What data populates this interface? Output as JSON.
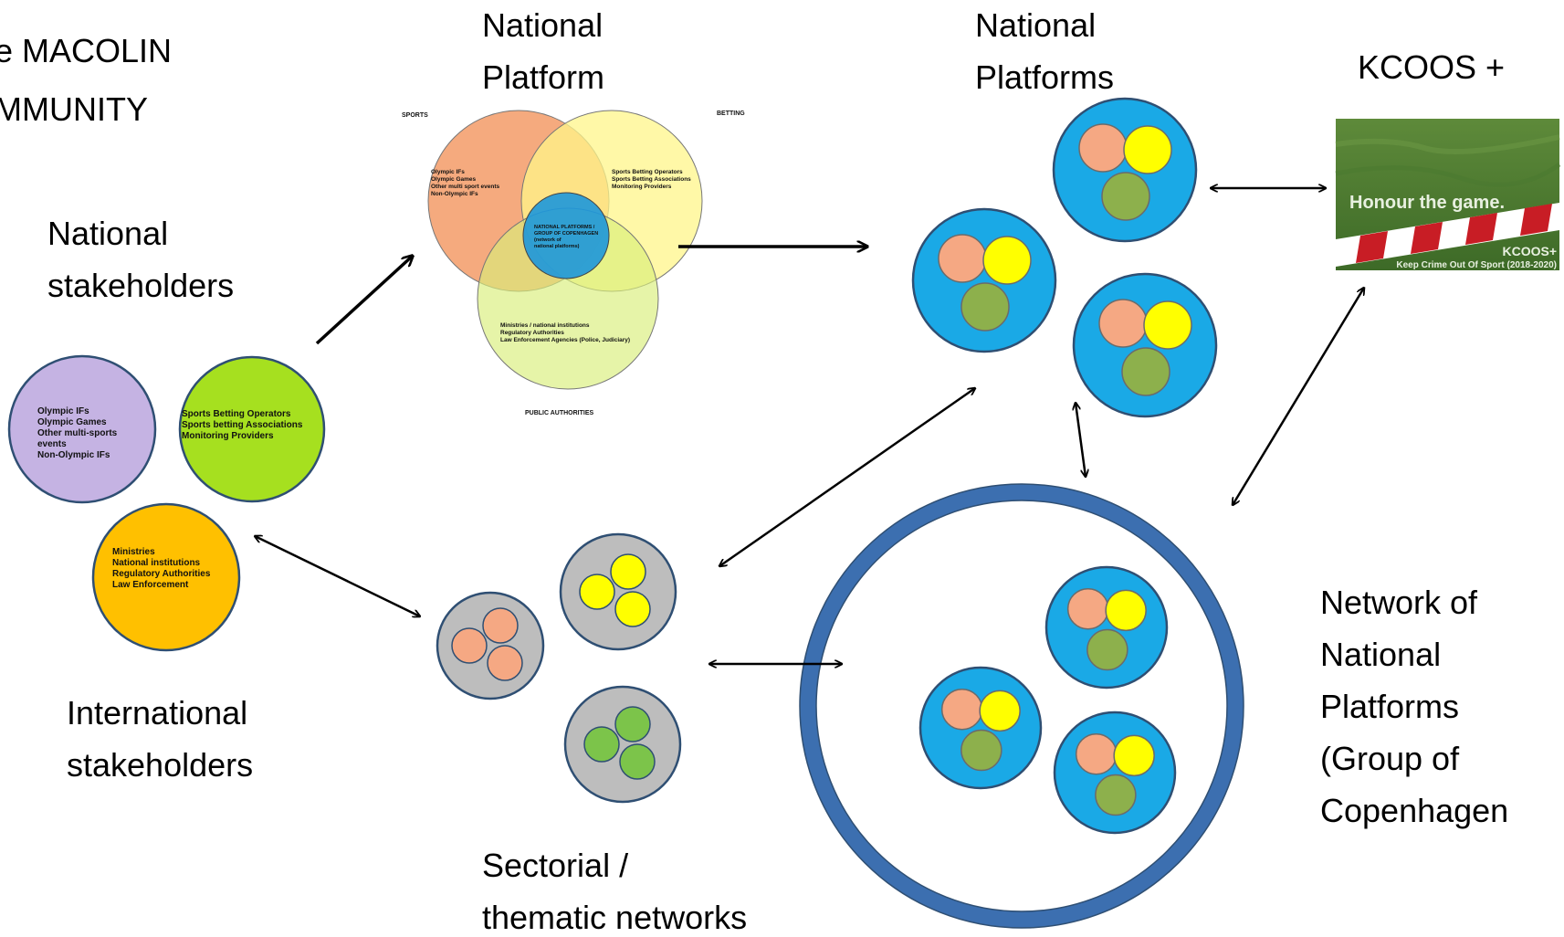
{
  "title": [
    "e MACOLIN",
    "MMUNITY"
  ],
  "national_stakeholders_label": [
    "National",
    "stakeholders"
  ],
  "international_stakeholders_label": [
    "International",
    "stakeholders"
  ],
  "national_platform_label": [
    "National",
    "Platform"
  ],
  "national_platforms_label": [
    "National",
    "Platforms"
  ],
  "kcoos_label": "KCOOS +",
  "sectorial_label": [
    "Sectorial /",
    "thematic networks"
  ],
  "network_label": [
    "Network of",
    "National",
    "Platforms",
    "(Group of",
    "Copenhagen"
  ],
  "stakeholder_circles": {
    "sports": [
      "Olympic IFs",
      "Olympic Games",
      "Other multi-sports",
      "events",
      "Non-Olympic IFs"
    ],
    "betting": [
      "Sports Betting Operators",
      "Sports betting Associations",
      "Monitoring Providers"
    ],
    "authorities": [
      "Ministries",
      "National institutions",
      "Regulatory Authorities",
      "Law Enforcement"
    ]
  },
  "venn": {
    "sports_heading": "SPORTS",
    "betting_heading": "BETTING",
    "authorities_heading": "PUBLIC AUTHORITIES",
    "sports_items": [
      "Olympic IFs",
      "Olympic Games",
      "Other multi sport events",
      "Non-Olympic IFs"
    ],
    "betting_items": [
      "Sports Betting Operators",
      "Sports Betting Associations",
      "Monitoring Providers"
    ],
    "authorities_items": [
      "Ministries / national institutions",
      "Regulatory Authorities",
      "Law Enforcement Agencies (Police, Judiciary)"
    ],
    "center_items": [
      "NATIONAL PLATFORMS /",
      "GROUP OF COPENHAGEN",
      "(network of",
      "national platforms)"
    ]
  },
  "kcoos_image": {
    "slogan": "Honour the game.",
    "brand": "KCOOS+",
    "caption": "Keep Crime Out Of Sport (2018-2020)"
  },
  "colors": {
    "platform_blue": "#1aa9e6",
    "peach": "#f5a883",
    "yellow": "#ffff00",
    "olive_green": "#8db04c",
    "grey": "#bdbdbd",
    "ring_blue": "#3c6fb0",
    "sports_purple": "#c5b3e3",
    "betting_green": "#a6e01f",
    "authorities_orange": "#ffc000",
    "venn_orange": "#f4a170",
    "venn_yellow": "#fff68a",
    "venn_green": "#d8ee7a"
  }
}
